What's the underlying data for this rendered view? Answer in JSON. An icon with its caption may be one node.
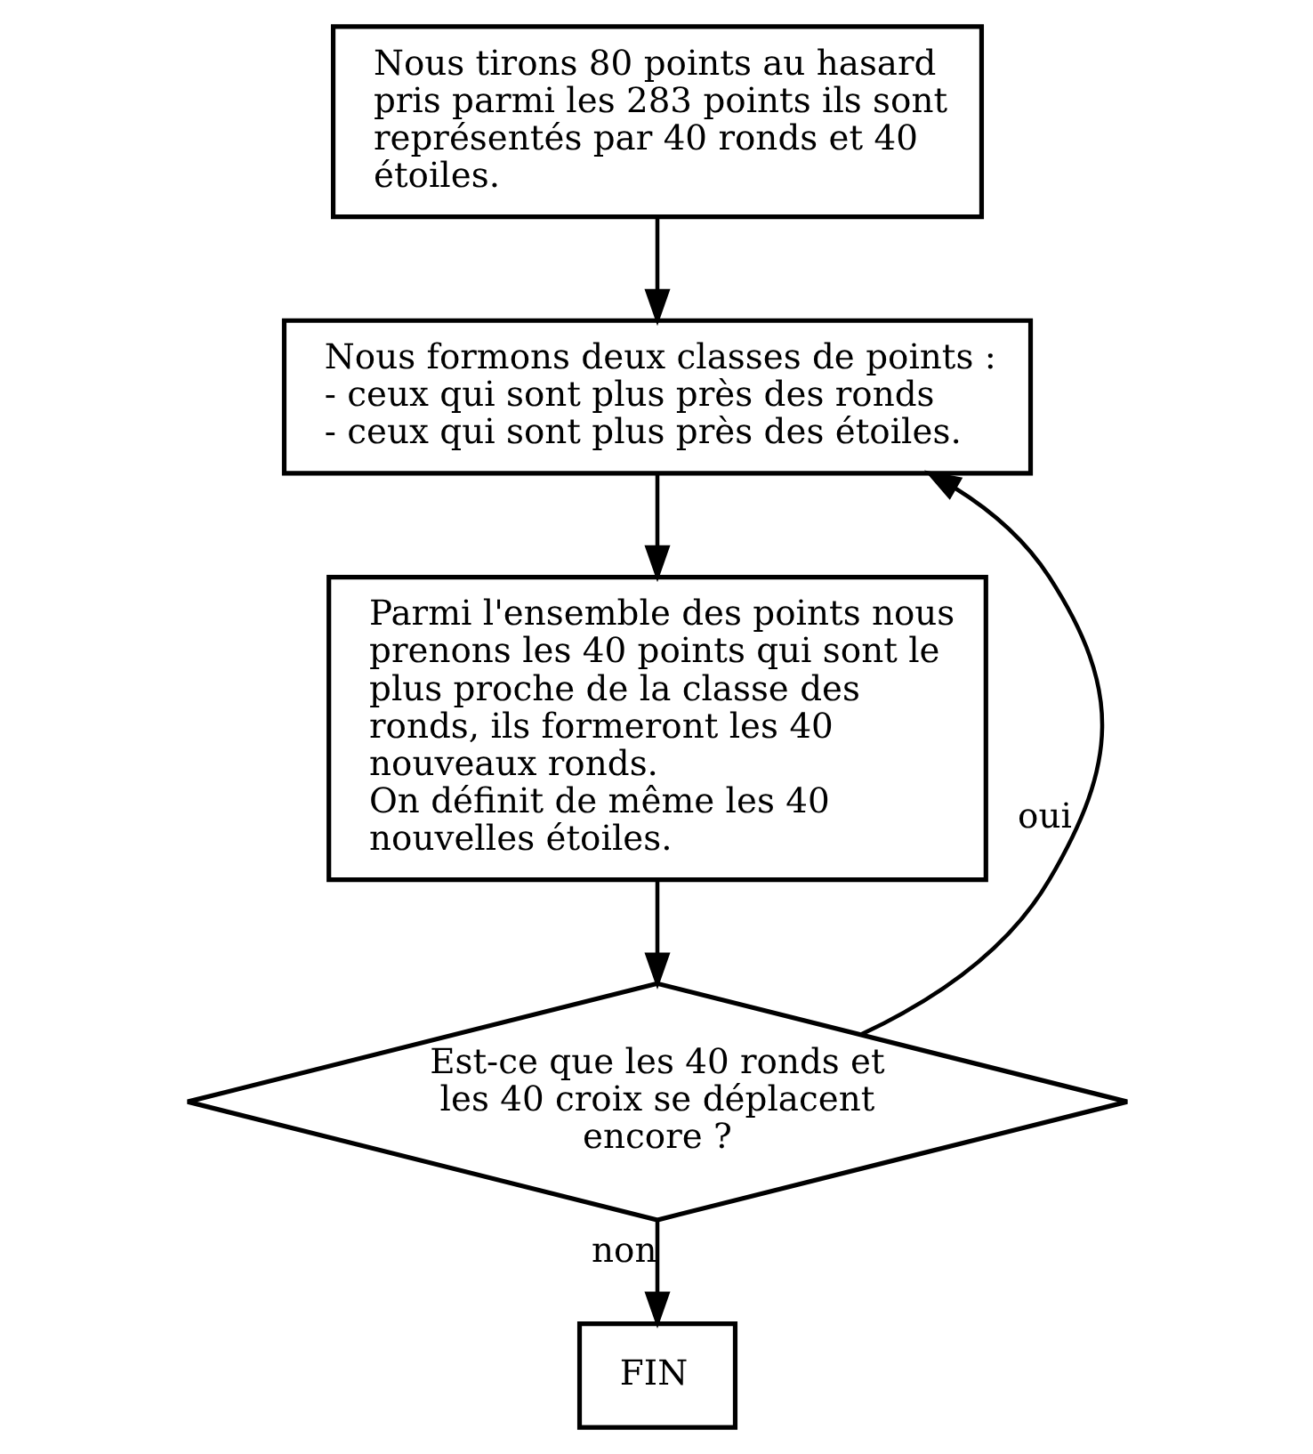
{
  "diagram": {
    "nodes": [
      {
        "text": [
          "Nous tirons 80 points au hasard pris parmi les 283 points ils sont représentés par 40 ronds et 40 étoiles."
        ]
      },
      {
        "text": [
          "Nous formons deux classes de points :",
          "- ceux qui sont plus près des ronds",
          "- ceux qui sont plus près des étoiles."
        ]
      },
      {
        "text": [
          "Parmi l'ensemble des points nous prenons les 40 points qui sont le plus proche de la classe des ronds, ils formeront les 40 nouveaux ronds.",
          "On définit de même les 40 nouvelles étoiles."
        ]
      },
      {
        "text": [
          "Est-ce que les 40 ronds et les 40 croix se déplacent encore ?"
        ]
      },
      {
        "text": [
          "FIN"
        ]
      }
    ],
    "edges": [
      {
        "from": 0,
        "to": 1,
        "arrow": "to"
      },
      {
        "from": 1,
        "to": 2,
        "arrow": "to"
      },
      {
        "from": 2,
        "to": 3,
        "arrow": "to"
      },
      {
        "from": 3,
        "to": 1,
        "arrow": "to",
        "label": "oui"
      },
      {
        "from": 3,
        "to": 4,
        "arrow": "to",
        "label": "non"
      }
    ]
  }
}
